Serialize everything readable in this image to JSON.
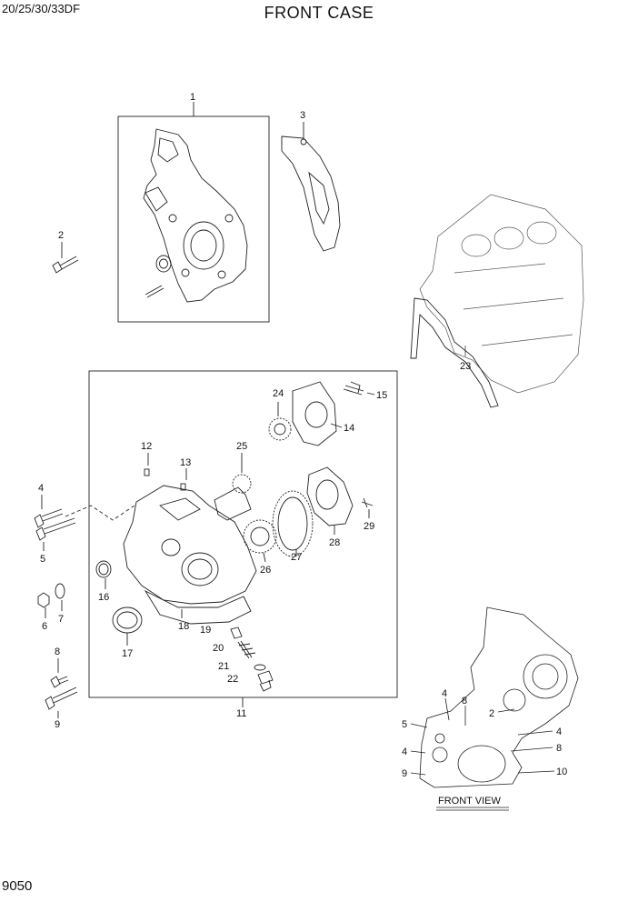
{
  "header": {
    "model": "20/25/30/33DF",
    "title": "FRONT CASE"
  },
  "footer": {
    "page_number": "9050"
  },
  "front_view_label": "FRONT VIEW",
  "callouts": {
    "c1": "1",
    "c2": "2",
    "c3": "3",
    "c4": "4",
    "c5": "5",
    "c6": "6",
    "c7": "7",
    "c8": "8",
    "c9": "9",
    "c11": "11",
    "c12": "12",
    "c13": "13",
    "c14": "14",
    "c15": "15",
    "c16": "16",
    "c17": "17",
    "c18": "18",
    "c19": "19",
    "c20": "20",
    "c21": "21",
    "c22": "22",
    "c23": "23",
    "c24": "24",
    "c25": "25",
    "c26": "26",
    "c27": "27",
    "c28": "28",
    "c29": "29"
  },
  "front_view_callouts": {
    "f2": "2",
    "f4a": "4",
    "f8a": "8",
    "f5": "5",
    "f4b": "4",
    "f8b": "8",
    "f4c": "4",
    "f9": "9",
    "f10": "10"
  }
}
